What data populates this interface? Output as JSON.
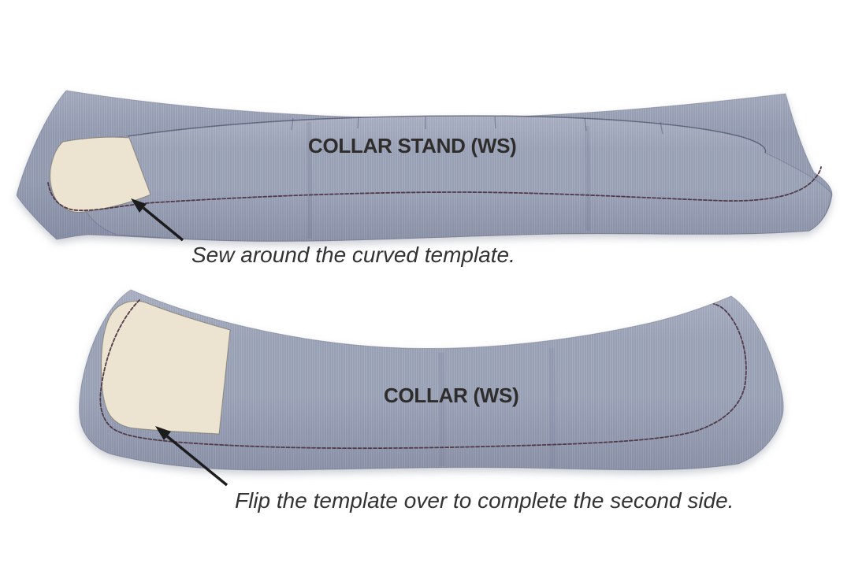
{
  "figure": {
    "type": "sewing-instruction-photo",
    "collar_stand": {
      "label": "COLLAR STAND (WS)",
      "caption": "Sew around the curved template."
    },
    "collar": {
      "label": "COLLAR (WS)",
      "caption": "Flip the template over to complete the second side."
    },
    "colors": {
      "background": "#ffffff",
      "fabric": "#9aa2b7",
      "fabric_back": "#939bb1",
      "template": "#ece4d0",
      "stitch": "#513b49",
      "label_text": "#2e2d2c",
      "caption_text": "#333333",
      "arrow": "#1c1c1c"
    }
  }
}
